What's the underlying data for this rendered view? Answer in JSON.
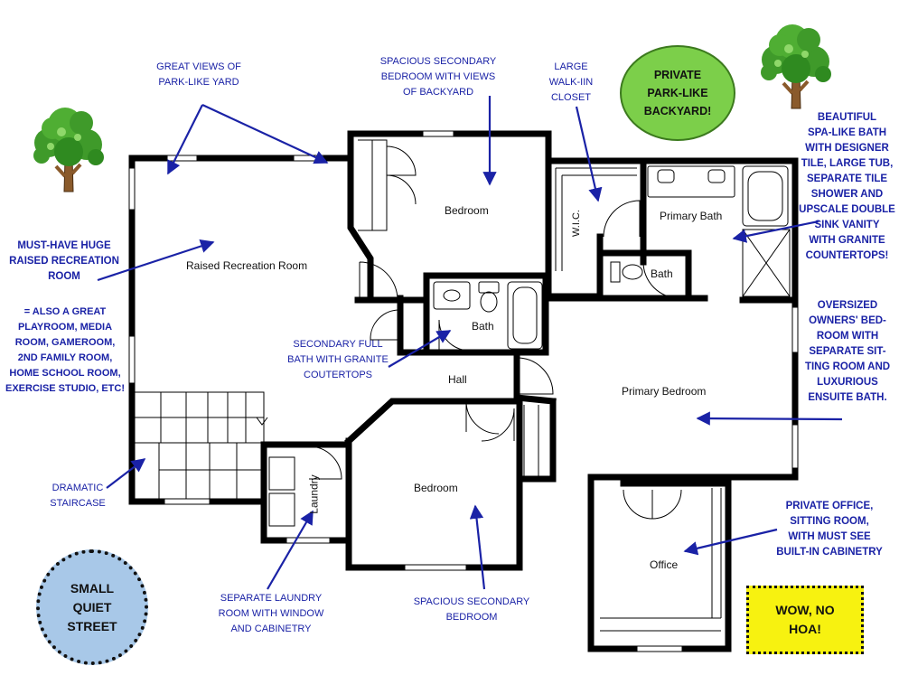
{
  "rooms": {
    "recreation": "Raised Recreation Room",
    "bedroom_top": "Bedroom",
    "wic": "W.I.C.",
    "primary_bath": "Primary Bath",
    "bath_small": "Bath",
    "bath_secondary": "Bath",
    "hall": "Hall",
    "primary_bedroom": "Primary Bedroom",
    "laundry": "Laundry",
    "bedroom_lower": "Bedroom",
    "office": "Office"
  },
  "notes": {
    "views": [
      "GREAT VIEWS OF",
      "PARK-LIKE YARD"
    ],
    "secondary_bedroom_top": [
      "SPACIOUS SECONDARY",
      "BEDROOM WITH VIEWS",
      "OF BACKYARD"
    ],
    "closet": [
      "LARGE",
      "WALK-IIN",
      "CLOSET"
    ],
    "spa_bath": [
      "BEAUTIFUL",
      "SPA-LIKE BATH",
      "WITH DESIGNER",
      "TILE, LARGE TUB,",
      "SEPARATE TILE",
      "SHOWER AND",
      "UPSCALE DOUBLE",
      "SINK VANITY",
      "WITH GRANITE",
      "COUNTERTOPS!"
    ],
    "rec_room": [
      "MUST-HAVE HUGE",
      "RAISED RECREATION",
      "ROOM"
    ],
    "rec_uses": [
      "= ALSO A GREAT",
      "PLAYROOM, MEDIA",
      "ROOM, GAMEROOM,",
      "2ND FAMILY ROOM,",
      "HOME SCHOOL ROOM,",
      "EXERCISE STUDIO, ETC!"
    ],
    "full_bath": [
      "SECONDARY FULL",
      "BATH WITH GRANITE",
      "COUTERTOPS"
    ],
    "owners": [
      "OVERSIZED",
      "OWNERS' BED-",
      "ROOM WITH",
      "SEPARATE SIT-",
      "TING ROOM AND",
      "LUXURIOUS",
      "ENSUITE BATH."
    ],
    "staircase": [
      "DRAMATIC",
      "STAIRCASE"
    ],
    "office": [
      "PRIVATE OFFICE,",
      "SITTING ROOM,",
      "WITH MUST SEE",
      "BUILT-IN CABINETRY"
    ],
    "laundry": [
      "SEPARATE LAUNDRY",
      "ROOM WITH WINDOW",
      "AND CABINETRY"
    ],
    "bedroom_lower": [
      "SPACIOUS SECONDARY",
      "BEDROOM"
    ]
  },
  "badges": {
    "backyard": [
      "PRIVATE",
      "PARK-LIKE",
      "BACKYARD!"
    ],
    "street": [
      "SMALL",
      "QUIET",
      "STREET"
    ],
    "hoa": [
      "WOW, NO",
      "HOA!"
    ]
  },
  "colors": {
    "annotation": "#1a22a6",
    "wall": "#000000",
    "backyard_badge": "#7ccf4a",
    "street_badge": "#a8c8e8",
    "hoa_badge": "#f7f210",
    "tree_foliage": "#3f9a2a",
    "tree_trunk": "#8a5a2b"
  }
}
